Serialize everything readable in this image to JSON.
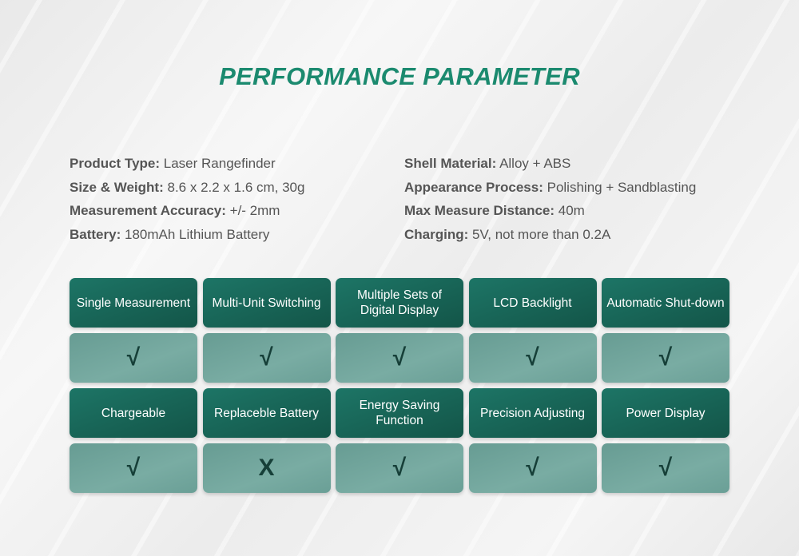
{
  "title": "PERFORMANCE PARAMETER",
  "specs_left": [
    {
      "label": "Product Type:",
      "value": "Laser Rangefinder"
    },
    {
      "label": "Size & Weight:",
      "value": "8.6 x 2.2 x 1.6 cm, 30g"
    },
    {
      "label": "Measurement Accuracy:",
      "value": "+/- 2mm"
    },
    {
      "label": "Battery:",
      "value": "180mAh Lithium Battery"
    }
  ],
  "specs_right": [
    {
      "label": "Shell Material:",
      "value": "Alloy + ABS"
    },
    {
      "label": "Appearance Process:",
      "value": "Polishing + Sandblasting"
    },
    {
      "label": "Max Measure Distance:",
      "value": "40m"
    },
    {
      "label": "Charging:",
      "value": "5V, not more than 0.2A"
    }
  ],
  "features_row1": [
    {
      "name": "Single Measurement",
      "mark": "√"
    },
    {
      "name": "Multi-Unit Switching",
      "mark": "√"
    },
    {
      "name": "Multiple Sets of Digital Display",
      "mark": "√"
    },
    {
      "name": "LCD Backlight",
      "mark": "√"
    },
    {
      "name": "Automatic Shut-down",
      "mark": "√"
    }
  ],
  "features_row2": [
    {
      "name": "Chargeable",
      "mark": "√"
    },
    {
      "name": "Replaceble Battery",
      "mark": "X"
    },
    {
      "name": "Energy Saving Function",
      "mark": "√"
    },
    {
      "name": "Precision Adjusting",
      "mark": "√"
    },
    {
      "name": "Power Display",
      "mark": "√"
    }
  ]
}
